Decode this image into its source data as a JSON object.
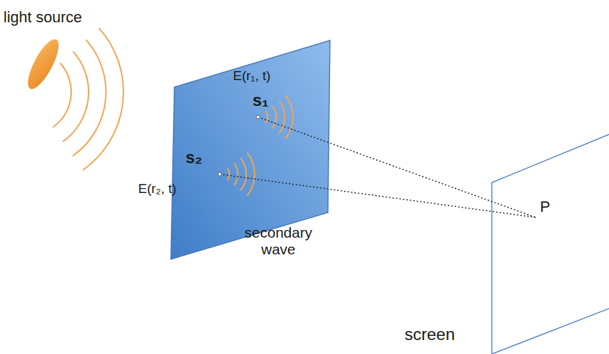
{
  "diagram": {
    "labels": [
      "light source",
      "E(r₁, t)",
      "s₁",
      "s₂",
      "E(r₂, t)",
      "secondary wave",
      "P",
      "screen"
    ]
  }
}
